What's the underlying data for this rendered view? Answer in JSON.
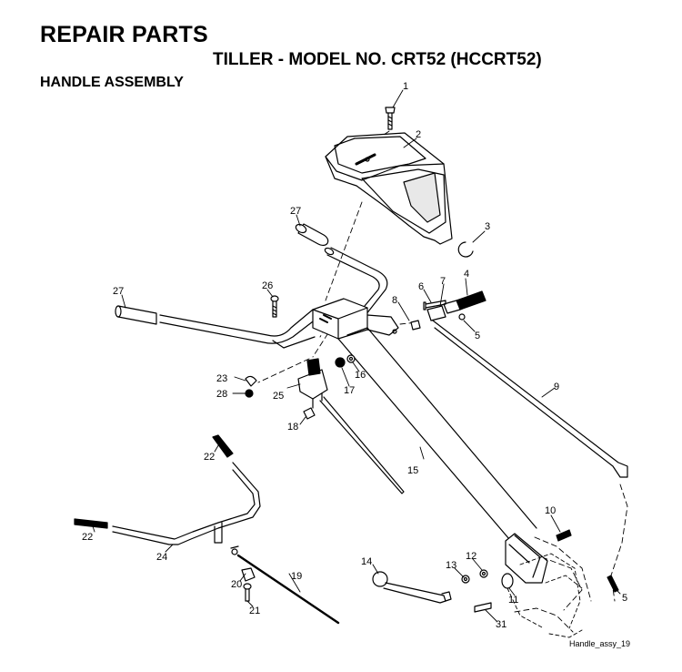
{
  "page": {
    "title": "REPAIR PARTS",
    "subtitle": "TILLER - MODEL NO. CRT52 (HCCRT52)",
    "section": "HANDLE ASSEMBLY",
    "figure_id": "Handle_assy_19"
  },
  "callouts": [
    "1",
    "2",
    "3",
    "4",
    "5",
    "5",
    "6",
    "7",
    "8",
    "9",
    "10",
    "11",
    "12",
    "13",
    "14",
    "15",
    "16",
    "17",
    "18",
    "19",
    "20",
    "21",
    "22",
    "22",
    "23",
    "24",
    "25",
    "26",
    "27",
    "27",
    "28",
    "31"
  ]
}
